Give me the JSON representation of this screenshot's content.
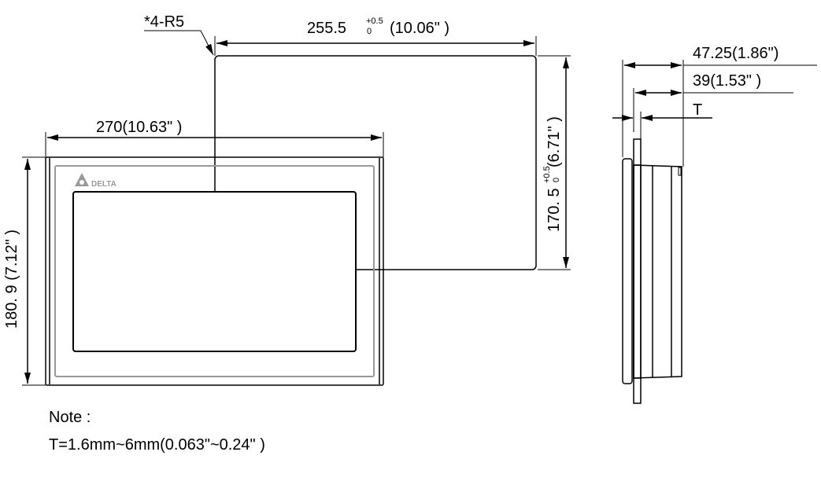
{
  "front_view": {
    "width_dim": "270(10.63\"  )",
    "height_dim": "180. 9 (7.12\"  )",
    "logo_text": "DELTA"
  },
  "cutout": {
    "corner_note": "*4-R5",
    "width_dim": "255.5",
    "width_tol_upper": "+0.5",
    "width_tol_lower": "0",
    "width_inch": "(10.06\"  )",
    "height_dim": "170. 5",
    "height_tol_upper": "+0.5",
    "height_tol_lower": "0",
    "height_inch": "(6.71\"  )"
  },
  "side_view": {
    "depth_total": "47.25(1.86\")",
    "depth_body": "39(1.53\"  )",
    "thickness_label": "T"
  },
  "notes": {
    "title": "Note :",
    "text": "T=1.6mm~6mm(0.063\"~0.24\"      )"
  },
  "colors": {
    "line": "#000000",
    "bezel": "#999999"
  }
}
